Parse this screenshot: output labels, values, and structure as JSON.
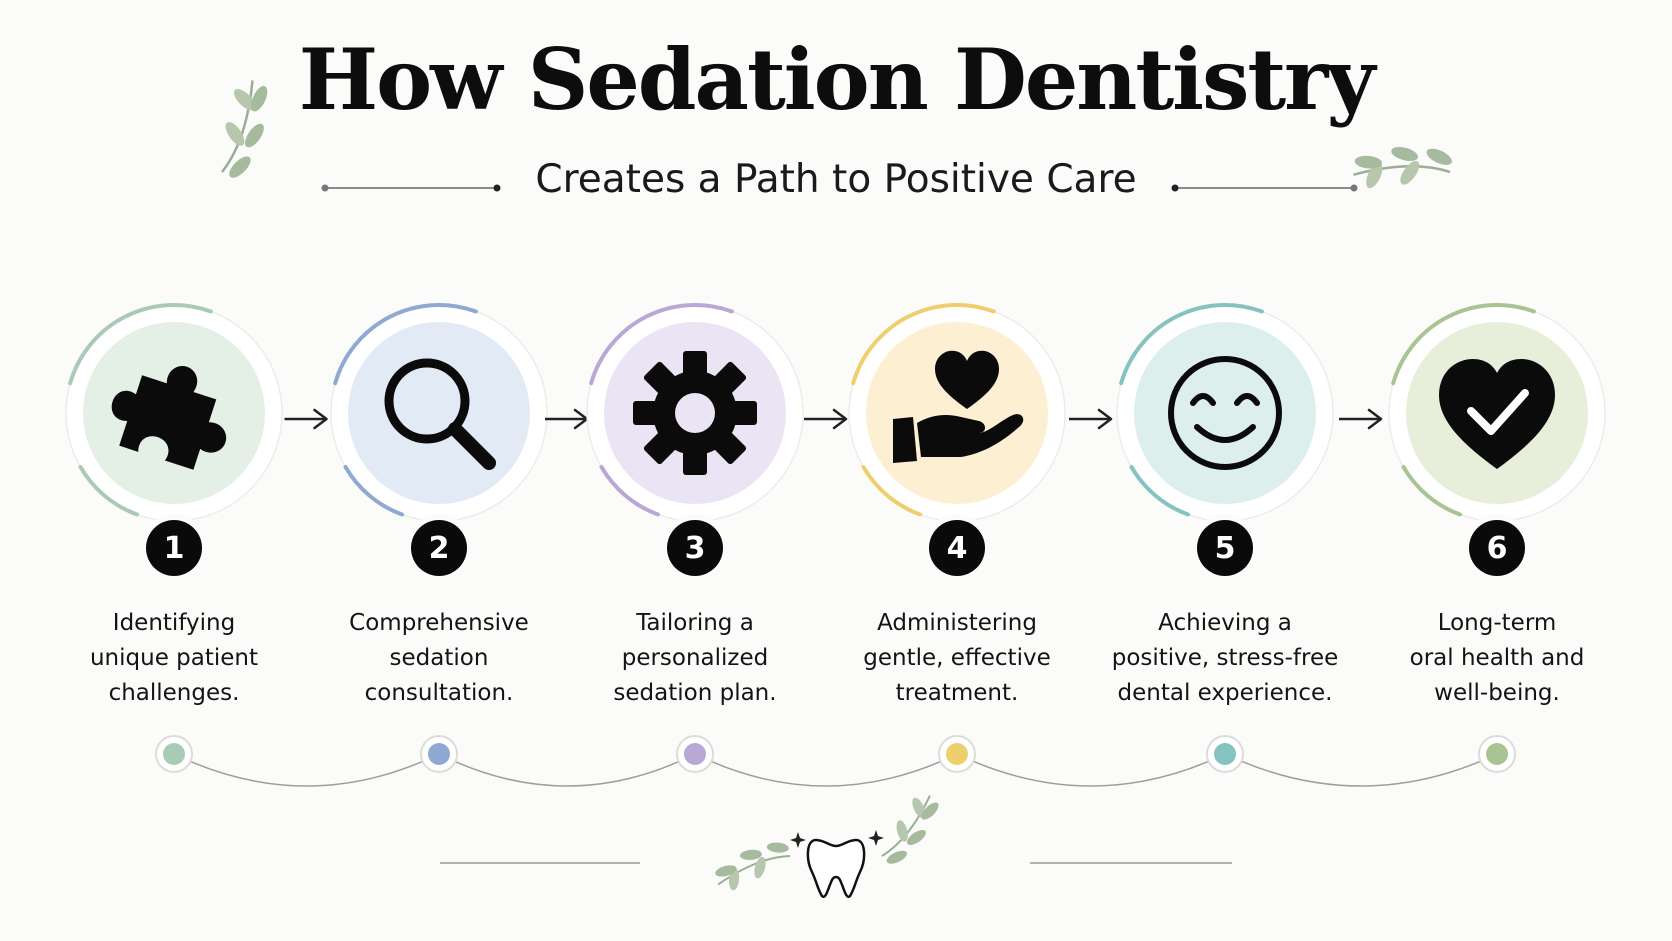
{
  "title": "How Sedation Dentistry",
  "subtitle": "Creates a Path to Positive Care",
  "steps": [
    {
      "number": "1",
      "line1": "Identifying",
      "line2": "unique patient",
      "line3": "challenges.",
      "icon": "puzzle-icon",
      "color": "#a9cbb6",
      "fill": "#e4efe6"
    },
    {
      "number": "2",
      "line1": "Comprehensive",
      "line2": "sedation",
      "line3": "consultation.",
      "icon": "magnifier-icon",
      "color": "#8fa9d2",
      "fill": "#e2eaf5"
    },
    {
      "number": "3",
      "line1": "Tailoring a",
      "line2": "personalized",
      "line3": "sedation plan.",
      "icon": "gear-icon",
      "color": "#b9a8d6",
      "fill": "#ebe4f4"
    },
    {
      "number": "4",
      "line1": "Administering",
      "line2": "gentle, effective",
      "line3": "treatment.",
      "icon": "hand-heart-icon",
      "color": "#efcf6d",
      "fill": "#fcefd2"
    },
    {
      "number": "5",
      "line1": "Achieving a",
      "line2": "positive, stress-free",
      "line3": "dental experience.",
      "icon": "smiley-icon",
      "color": "#85c3c0",
      "fill": "#dcefec"
    },
    {
      "number": "6",
      "line1": "Long-term",
      "line2": "oral health and",
      "line3": "well-being.",
      "icon": "heart-check-icon",
      "color": "#a9c493",
      "fill": "#e7eed9"
    }
  ],
  "footer_icon": "tooth-icon"
}
